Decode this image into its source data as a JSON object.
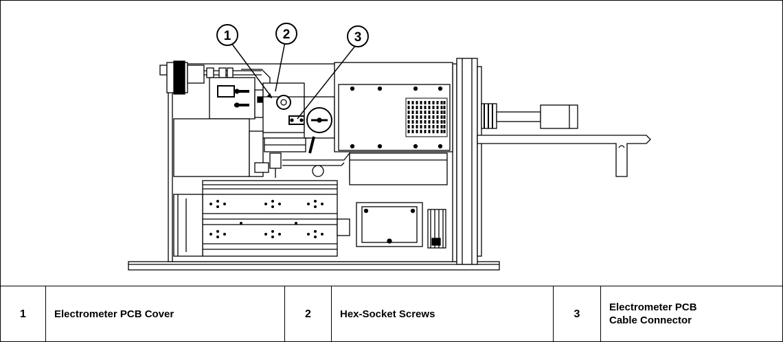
{
  "callouts": [
    {
      "number": "1"
    },
    {
      "number": "2"
    },
    {
      "number": "3"
    }
  ],
  "legend": [
    {
      "number": "1",
      "label": "Electrometer PCB Cover"
    },
    {
      "number": "2",
      "label": "Hex-Socket Screws"
    },
    {
      "number": "3",
      "label": "Electrometer PCB\nCable Connector"
    }
  ]
}
